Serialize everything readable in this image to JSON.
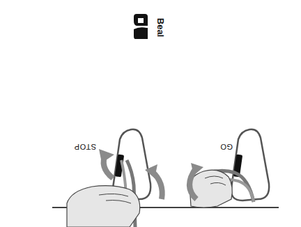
{
  "diagram": {
    "labels": [
      "Beal",
      "GO",
      "STOP"
    ]
  }
}
